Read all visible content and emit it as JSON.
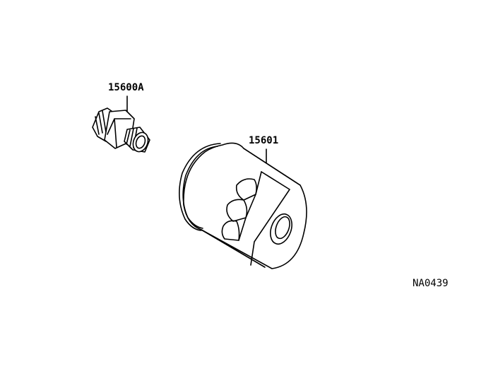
{
  "parts": [
    {
      "part_number": "15600A"
    },
    {
      "part_number": "15601"
    }
  ],
  "diagram_code": "NA0439"
}
